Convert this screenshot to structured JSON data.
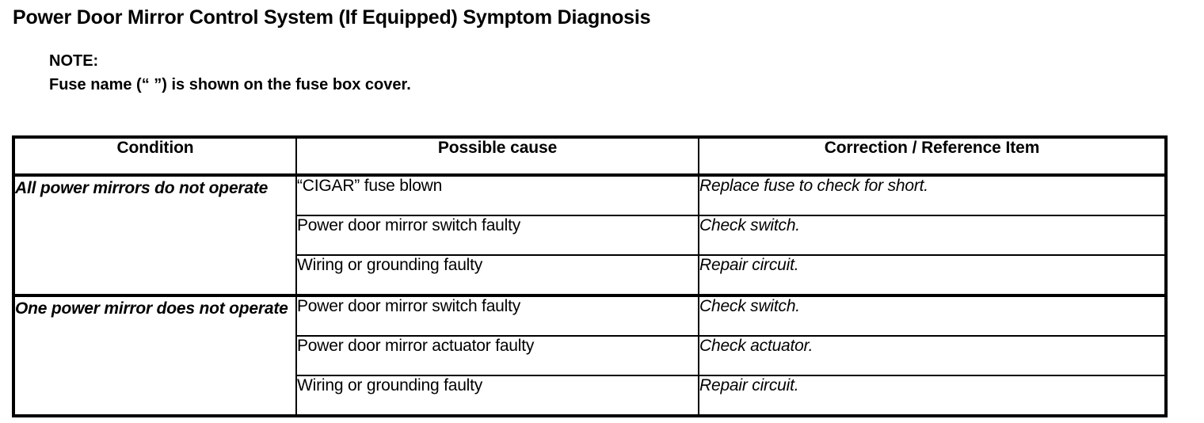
{
  "page_title": "Power Door Mirror Control System (If Equipped) Symptom Diagnosis",
  "note": {
    "label": "NOTE:",
    "text": "Fuse name (“ ”) is shown on the fuse box cover."
  },
  "table": {
    "headers": {
      "condition": "Condition",
      "possible_cause": "Possible cause",
      "correction": "Correction / Reference Item"
    },
    "groups": [
      {
        "condition": "All power mirrors do not operate",
        "rows": [
          {
            "cause": "“CIGAR” fuse blown",
            "correction": "Replace fuse to check for short."
          },
          {
            "cause": "Power door mirror switch faulty",
            "correction": "Check switch."
          },
          {
            "cause": "Wiring or grounding faulty",
            "correction": "Repair circuit."
          }
        ]
      },
      {
        "condition": "One power mirror does not operate",
        "rows": [
          {
            "cause": "Power door mirror switch faulty",
            "correction": "Check switch."
          },
          {
            "cause": "Power door mirror actuator faulty",
            "correction": "Check actuator."
          },
          {
            "cause": "Wiring or grounding faulty",
            "correction": "Repair circuit."
          }
        ]
      }
    ]
  },
  "colors": {
    "text": "#000000",
    "background": "#ffffff",
    "border": "#000000"
  }
}
